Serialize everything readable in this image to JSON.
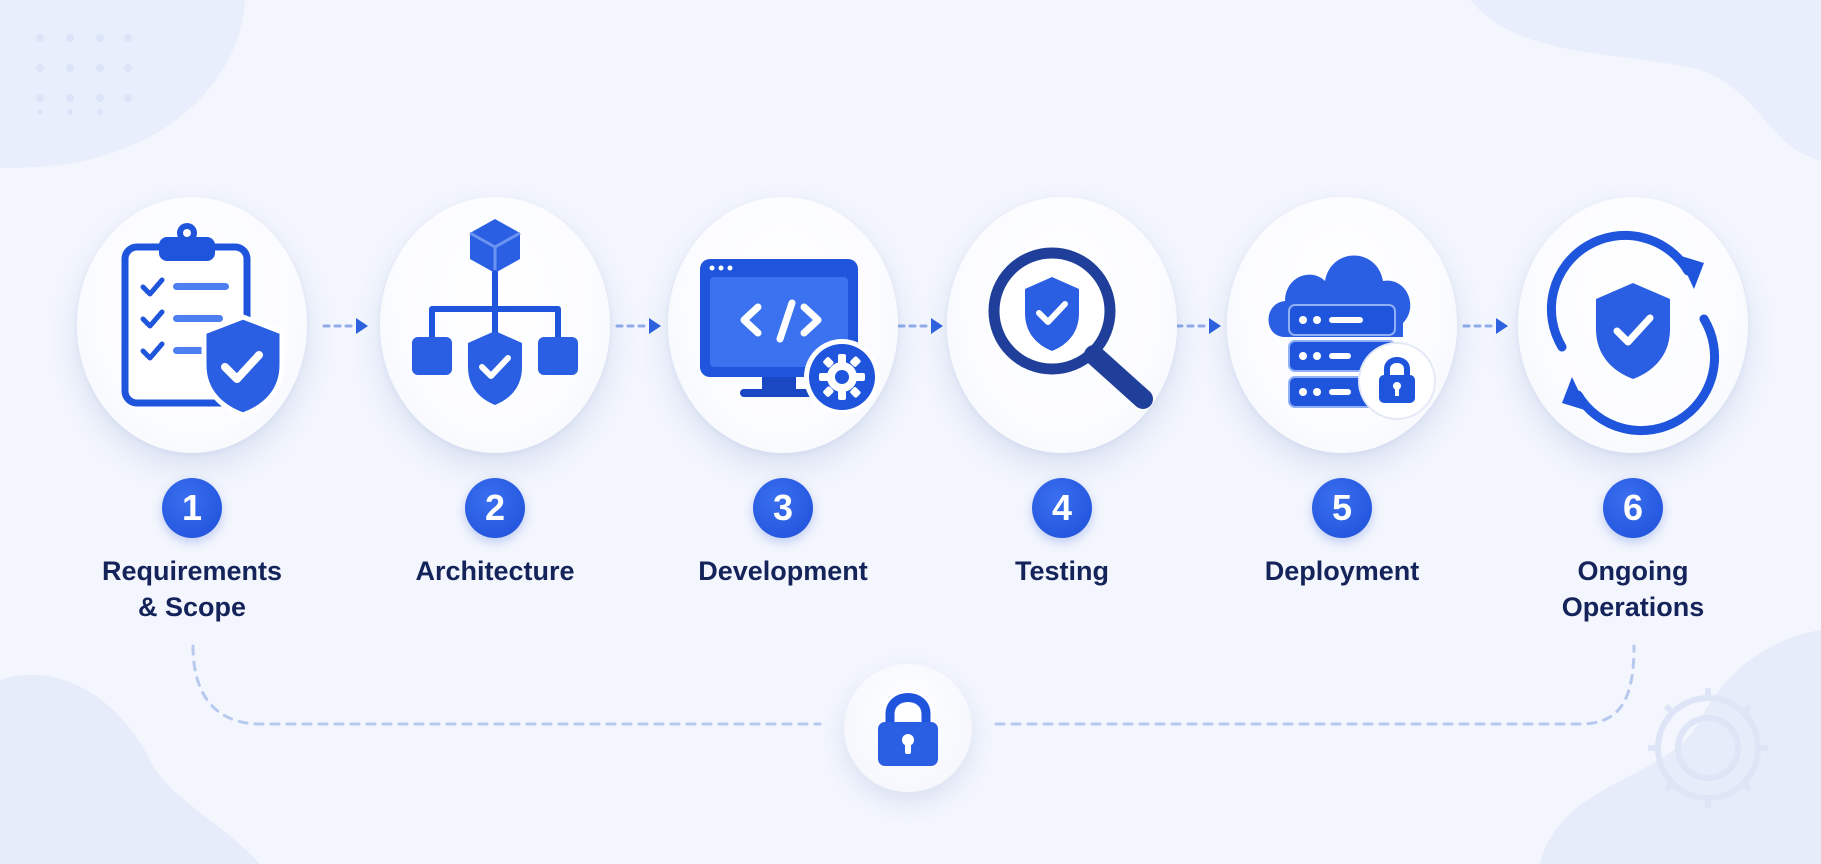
{
  "steps": [
    {
      "number": "1",
      "label": "Requirements\n& Scope",
      "icon": "clipboard-checklist-shield-icon"
    },
    {
      "number": "2",
      "label": "Architecture",
      "icon": "hierarchy-shield-icon"
    },
    {
      "number": "3",
      "label": "Development",
      "icon": "monitor-code-gear-icon"
    },
    {
      "number": "4",
      "label": "Testing",
      "icon": "magnifier-shield-icon"
    },
    {
      "number": "5",
      "label": "Deployment",
      "icon": "cloud-server-lock-icon"
    },
    {
      "number": "6",
      "label": "Ongoing\nOperations",
      "icon": "cycle-shield-icon"
    }
  ],
  "center_icon": "padlock-icon",
  "colors": {
    "accent": "#1f55dd",
    "dark_blue": "#14235a",
    "background": "#f3f6fd",
    "dashed_line": "#b7c9ef"
  }
}
